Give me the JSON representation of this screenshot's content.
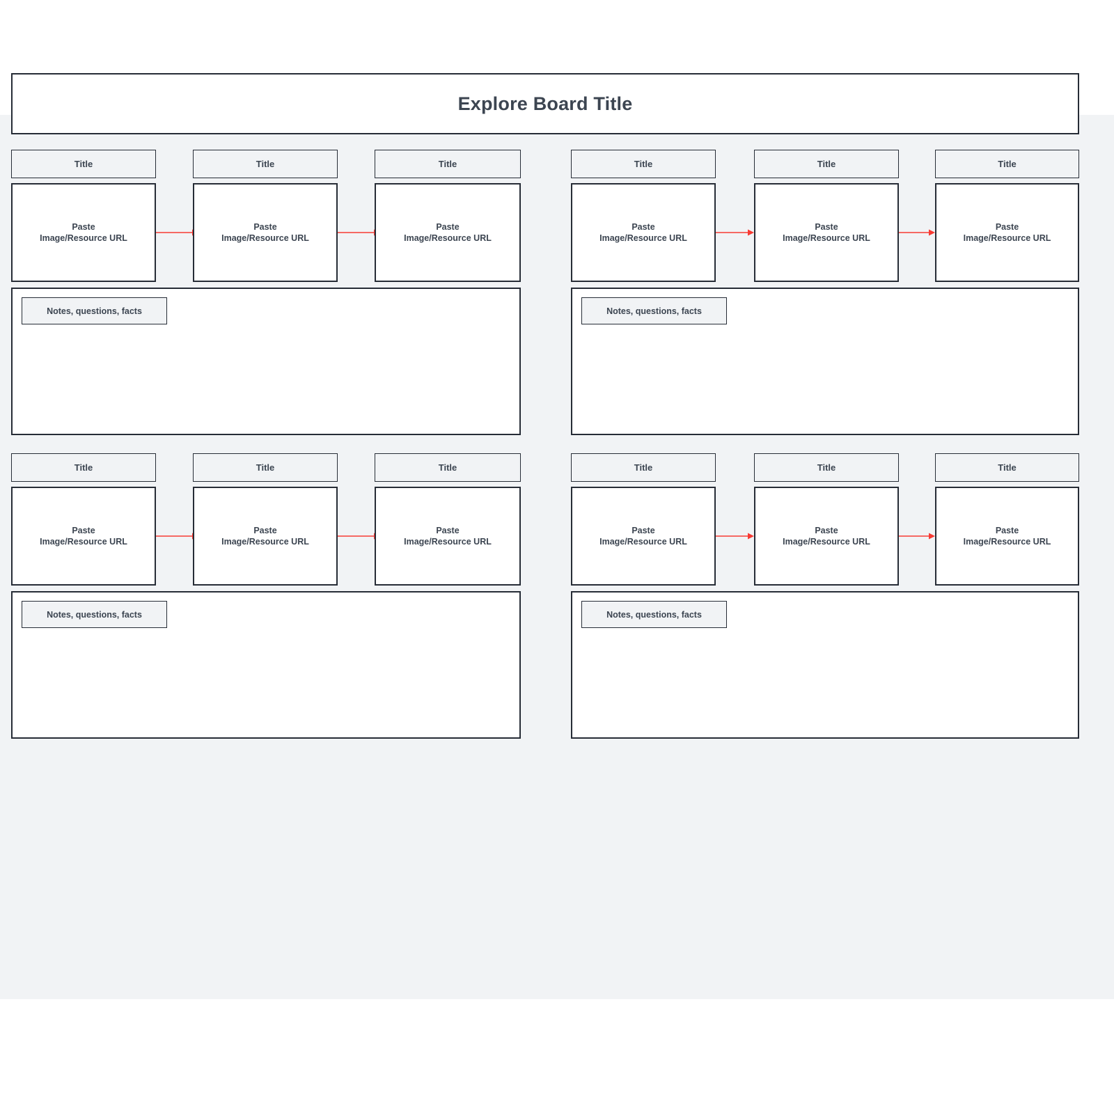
{
  "header": {
    "title": "Explore Board Title"
  },
  "colors": {
    "canvas_background": "#f1f3f5",
    "page_background": "#ffffff",
    "border": "#262c36",
    "text": "#3c4551",
    "arrow": "#f83a33",
    "label_fill": "#f1f3f5",
    "card_fill": "#ffffff"
  },
  "labels": {
    "card_title": "Title",
    "paste_line1": "Paste",
    "paste_line2": "Image/Resource URL",
    "notes": "Notes, questions, facts"
  },
  "quadrants": [
    {
      "id": "top-left",
      "cards": [
        {
          "title": "Title",
          "paste_line1": "Paste",
          "paste_line2": "Image/Resource URL"
        },
        {
          "title": "Title",
          "paste_line1": "Paste",
          "paste_line2": "Image/Resource URL"
        },
        {
          "title": "Title",
          "paste_line1": "Paste",
          "paste_line2": "Image/Resource URL"
        }
      ],
      "notes_label": "Notes, questions, facts",
      "notes_value": ""
    },
    {
      "id": "top-right",
      "cards": [
        {
          "title": "Title",
          "paste_line1": "Paste",
          "paste_line2": "Image/Resource URL"
        },
        {
          "title": "Title",
          "paste_line1": "Paste",
          "paste_line2": "Image/Resource URL"
        },
        {
          "title": "Title",
          "paste_line1": "Paste",
          "paste_line2": "Image/Resource URL"
        }
      ],
      "notes_label": "Notes, questions, facts",
      "notes_value": ""
    },
    {
      "id": "bottom-left",
      "cards": [
        {
          "title": "Title",
          "paste_line1": "Paste",
          "paste_line2": "Image/Resource URL"
        },
        {
          "title": "Title",
          "paste_line1": "Paste",
          "paste_line2": "Image/Resource URL"
        },
        {
          "title": "Title",
          "paste_line1": "Paste",
          "paste_line2": "Image/Resource URL"
        }
      ],
      "notes_label": "Notes, questions, facts",
      "notes_value": ""
    },
    {
      "id": "bottom-right",
      "cards": [
        {
          "title": "Title",
          "paste_line1": "Paste",
          "paste_line2": "Image/Resource URL"
        },
        {
          "title": "Title",
          "paste_line1": "Paste",
          "paste_line2": "Image/Resource URL"
        },
        {
          "title": "Title",
          "paste_line1": "Paste",
          "paste_line2": "Image/Resource URL"
        }
      ],
      "notes_label": "Notes, questions, facts",
      "notes_value": ""
    }
  ]
}
